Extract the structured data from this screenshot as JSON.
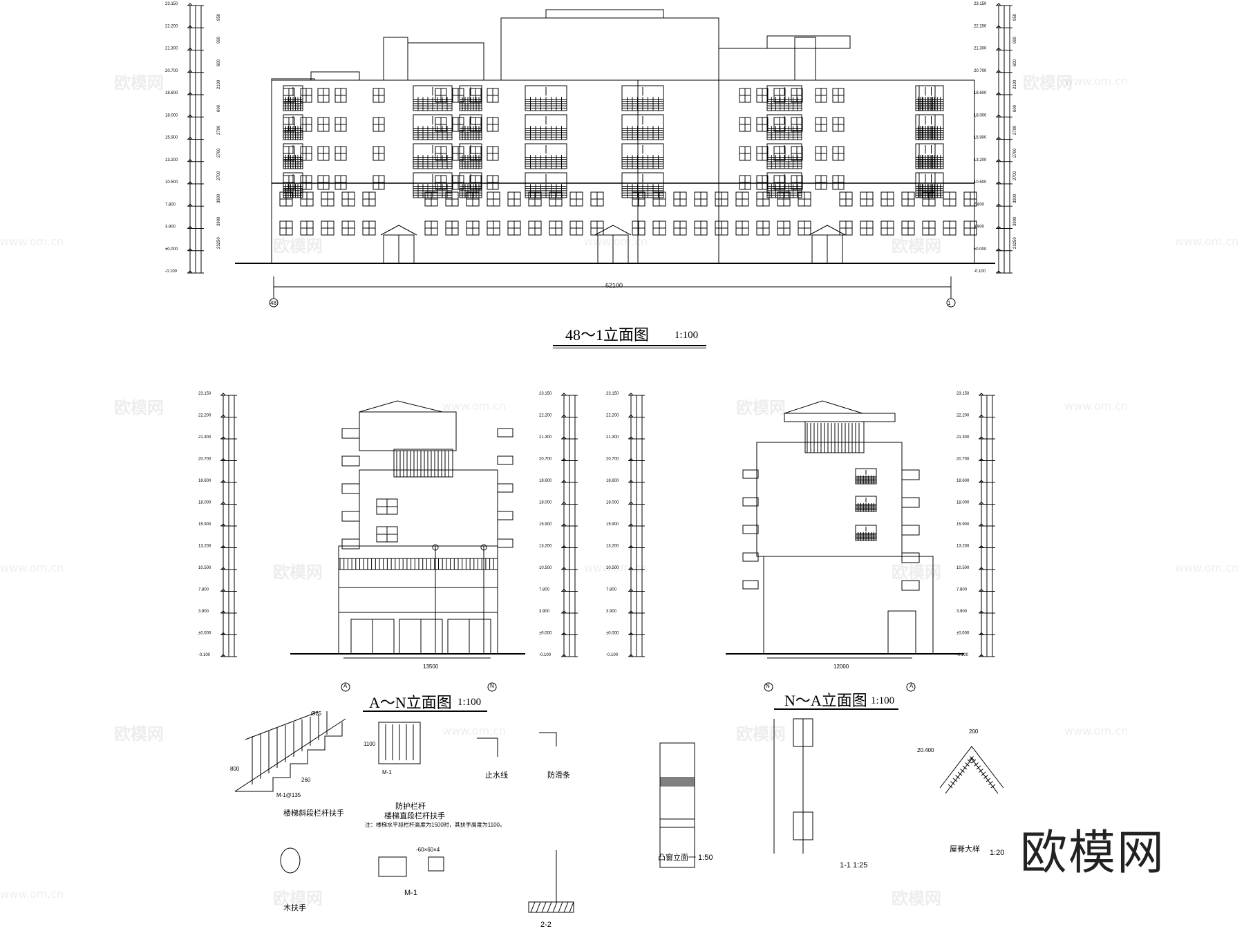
{
  "main_elevation": {
    "title": "48～1立面图",
    "scale": "1:100",
    "axis_left": "48",
    "axis_right": "1",
    "total_dim": "62100",
    "levels": [
      "23.150",
      "22.200",
      "21.300",
      "20.700",
      "18.600",
      "18.000",
      "15.900",
      "13.200",
      "10.500",
      "7.800",
      "3.900",
      "±0.000",
      "-0.100"
    ],
    "dims": [
      "950",
      "900",
      "600",
      "2100",
      "600",
      "2700",
      "2700",
      "2700",
      "3900",
      "3900",
      "23250"
    ]
  },
  "elevation_an": {
    "title": "A～N立面图",
    "scale": "1:100",
    "axis_left": "A",
    "axis_right": "N",
    "total_dim": "13500"
  },
  "elevation_na": {
    "title": "N～A立面图",
    "scale": "1:100",
    "axis_left": "N",
    "axis_right": "A",
    "total_dim": "12000"
  },
  "details": {
    "stair_rail": "楼梯斜段栏杆扶手",
    "guard_rail": "防护栏杆",
    "guard_rail_2": "楼梯直段栏杆扶手",
    "note": "注：楼梯水平段栏杆高度为1500时，其扶手高度为1100。",
    "water_stop": "止水线",
    "anti_slip": "防滑条",
    "m1_a": "M-1",
    "m1_b": "M-1",
    "m1_c": "M-1@135",
    "wood_handrail": "木扶手",
    "steel_bar": "-60×60×4",
    "bay_window": "凸窗立面一 1:50",
    "section_11": "1-1 1:25",
    "ridge_detail": "屋脊大样",
    "ridge_scale": "1:20",
    "section_22": "2-2",
    "d25": "Ø25",
    "h1100": "1100",
    "h800": "800",
    "w260": "260",
    "w200": "200",
    "top_level": "20.400"
  },
  "brand": {
    "logo_text": "欧模网",
    "watermark": "欧模网",
    "watermark_url": "www.om.cn"
  }
}
